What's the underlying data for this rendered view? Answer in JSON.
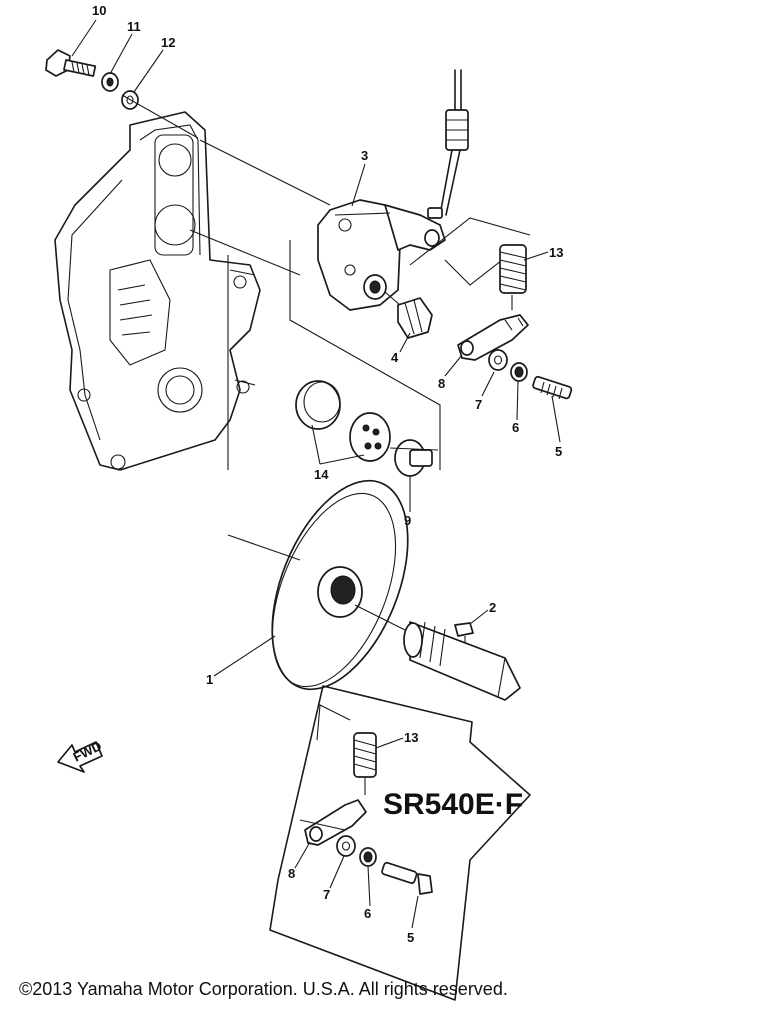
{
  "diagram": {
    "callouts": {
      "c1": "1",
      "c2": "2",
      "c3": "3",
      "c4": "4",
      "c5": "5",
      "c6": "6",
      "c7": "7",
      "c8": "8",
      "c9": "9",
      "c10": "10",
      "c11": "11",
      "c12": "12",
      "c13": "13",
      "c14": "14",
      "i13": "13",
      "i8": "8",
      "i7": "7",
      "i6": "6",
      "i5": "5"
    },
    "inset_badge": "SR540E·F",
    "fwd_arrow_label": "FWD"
  },
  "footer": {
    "copyright": "©2013 Yamaha Motor Corporation. U.S.A. All rights reserved."
  }
}
